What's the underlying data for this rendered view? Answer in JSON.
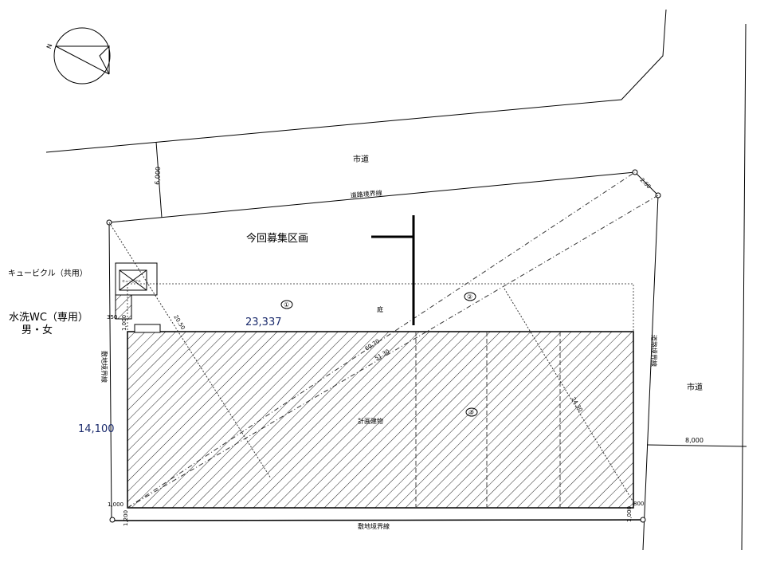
{
  "title": "今回募集区画",
  "roads": {
    "top_label": "市道",
    "top_width": "6,000",
    "top_boundary": "道路境界線",
    "right_label": "市道",
    "right_width": "8,000",
    "right_boundary": "道路境界線"
  },
  "site": {
    "left_boundary": "敷地境界線",
    "bottom_boundary": "敷地境界線",
    "depth": "14,100",
    "area": "23,337"
  },
  "facilities": {
    "cubicle": "キュービクル（共用）",
    "cubicle_small": "キュービクル",
    "wc": "水洗WC（専用）",
    "wc_gender": "男・女"
  },
  "zones": {
    "garden": "庭",
    "zone1": "①",
    "zone2": "②",
    "zone3": "③",
    "building": "計画建物"
  },
  "dimensions": {
    "d350": "350",
    "d1000_left": "1,000",
    "d1000_bl": "1,000",
    "d1200": "1,200",
    "d800": "800",
    "d1000_br": "1,000",
    "diag1": "20.50",
    "diag2": "60.70",
    "diag3": "51.30",
    "diag4": "24.30",
    "diag5": "2.60"
  },
  "north": "N"
}
